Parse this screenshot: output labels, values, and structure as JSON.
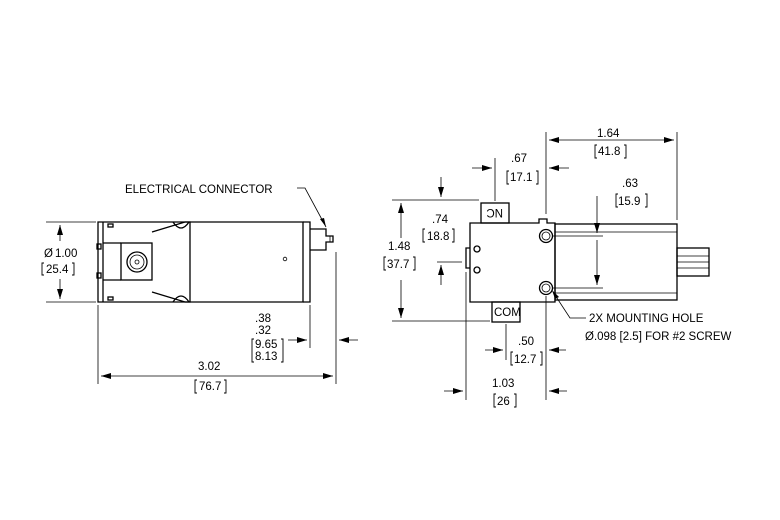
{
  "labels": {
    "electrical_connector": "ELECTRICAL CONNECTOR",
    "nc": "NC",
    "com": "COM",
    "mounting_hole_line1": "2X MOUNTING HOLE",
    "mounting_hole_line2": "Ø.098 [2.5] FOR #2 SCREW"
  },
  "dimensions": {
    "diameter": {
      "symbol": "Ø",
      "inch": "1.00",
      "mm": "25.4"
    },
    "overall_length": {
      "inch": "3.02",
      "mm": "76.7"
    },
    "connector_offset": {
      "inch_max": ".38",
      "inch_min": ".32",
      "mm_max": "9.65",
      "mm_min": "8.13"
    },
    "side_width": {
      "inch": "1.64",
      "mm": "41.8"
    },
    "nc_offset": {
      "inch": ".67",
      "mm": "17.1"
    },
    "hole_spacing": {
      "inch": ".63",
      "mm": "15.9"
    },
    "half_height": {
      "inch": ".74",
      "mm": "18.8"
    },
    "side_height": {
      "inch": "1.48",
      "mm": "37.7"
    },
    "com_offset": {
      "inch": ".50",
      "mm": "12.7"
    },
    "base_width": {
      "inch": "1.03",
      "mm": "26"
    }
  }
}
